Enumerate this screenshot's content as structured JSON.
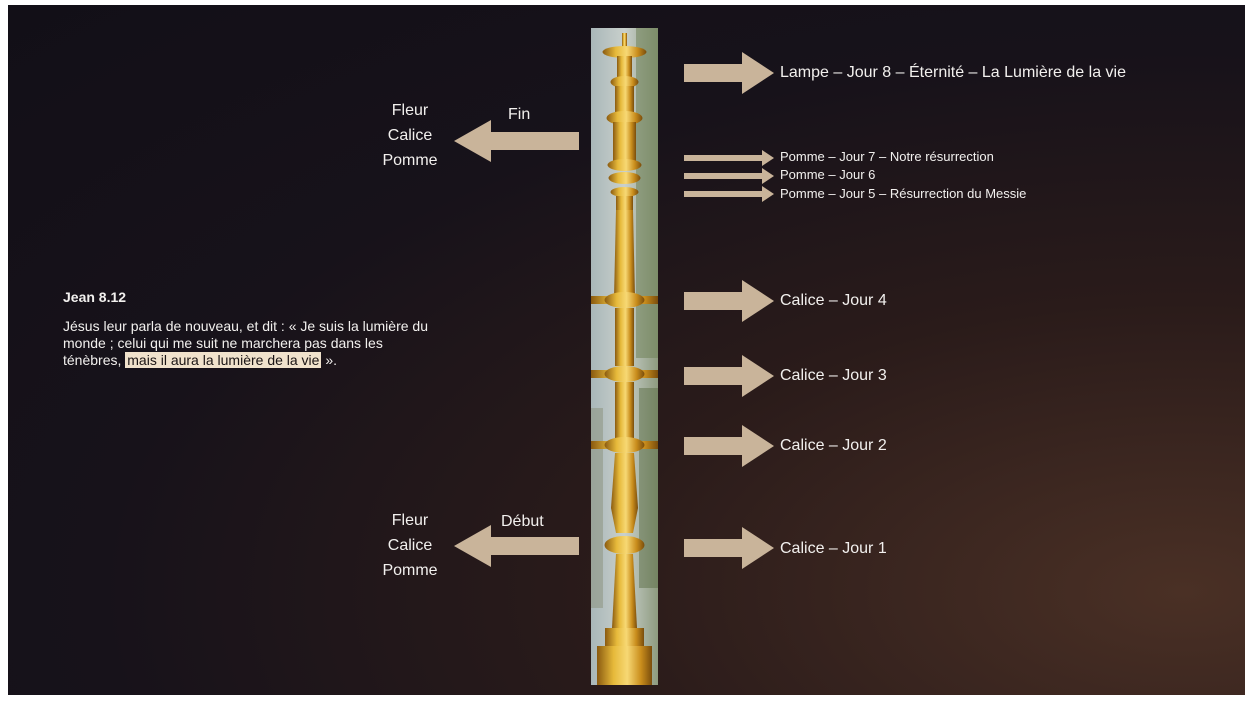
{
  "right_labels": {
    "lamp": "Lampe – Jour 8 – Éternité  – La Lumière de la vie",
    "pomme7": "Pomme – Jour 7 – Notre résurrection",
    "pomme6": "Pomme – Jour 6",
    "pomme5": "Pomme – Jour 5 – Résurrection du Messie",
    "calice4": "Calice – Jour 4",
    "calice3": "Calice – Jour 3",
    "calice2": "Calice – Jour 2",
    "calice1": "Calice – Jour 1"
  },
  "left_labels": {
    "top": {
      "arrow_label": "Fin",
      "line1": "Fleur",
      "line2": "Calice",
      "line3": "Pomme"
    },
    "bottom": {
      "arrow_label": "Début",
      "line1": "Fleur",
      "line2": "Calice",
      "line3": "Pomme"
    }
  },
  "quote": {
    "reference": "Jean 8.12",
    "line1": "Jésus leur parla de nouveau, et dit : « Je suis la lumière du",
    "line2": "monde ; celui qui me suit ne marchera pas dans les",
    "line3_start": "ténèbres, ",
    "line3_highlight": "mais il aura la lumière de la vie",
    "line3_end": " »."
  },
  "colors": {
    "background": "#17121a",
    "arrow": "#c9b49a",
    "gold": "#d4a52a",
    "highlight": "#f0e2cc"
  }
}
